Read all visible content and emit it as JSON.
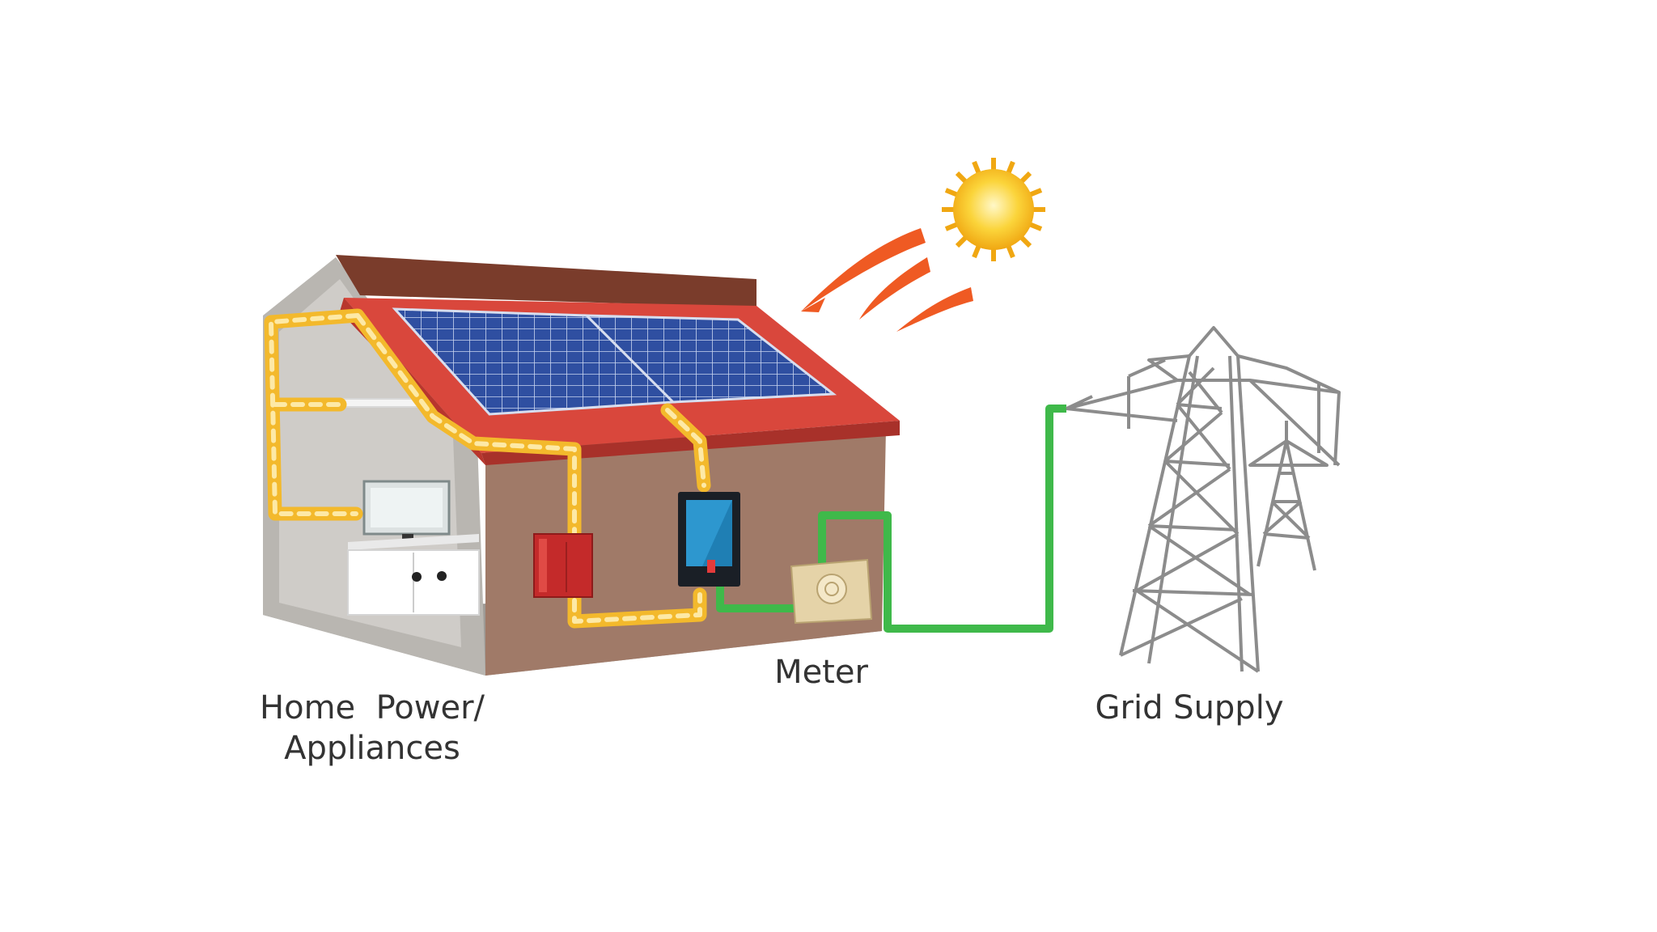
{
  "labels": {
    "home": "Home  Power/",
    "home_line2": "Appliances",
    "meter": "Meter",
    "grid": "Grid Supply"
  },
  "colors": {
    "background": "#ffffff",
    "wall": "#a07a68",
    "wall_side": "#b9b6b1",
    "roof": "#d9473c",
    "panel": "#2f4fa1",
    "panel_grid": "#c8d4ef",
    "wire_home": "#f3b92c",
    "wire_grid": "#3fb94a",
    "sun": "#f7c21a",
    "rays": "#ef5a23",
    "tower": "#888888",
    "label_text": "#333333"
  },
  "icons": [
    "house-icon",
    "solar-panel-icon",
    "sun-icon",
    "heat-ray-icon",
    "inverter-icon",
    "distribution-box-icon",
    "meter-icon",
    "television-icon",
    "cabinet-icon",
    "transmission-tower-icon"
  ]
}
